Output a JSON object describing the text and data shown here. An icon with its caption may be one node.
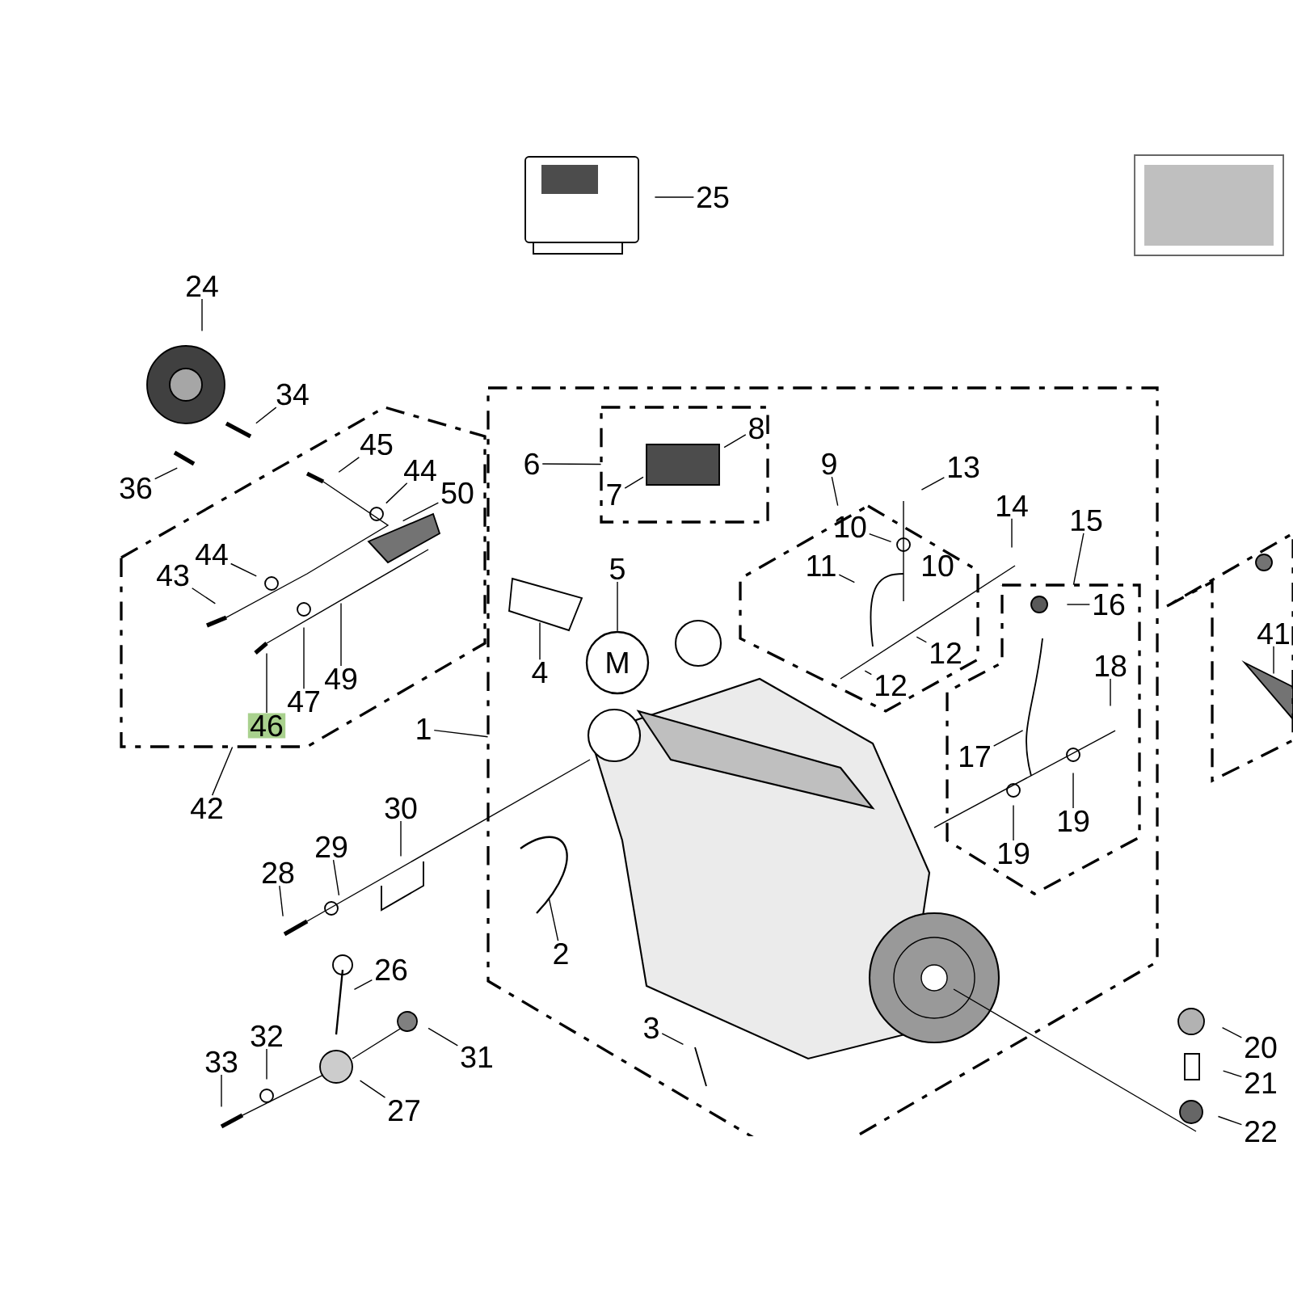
{
  "diagram": {
    "nodes": [
      {
        "text": [
          "25"
        ]
      },
      {
        "text": [
          "24"
        ]
      },
      {
        "text": [
          "34"
        ]
      },
      {
        "text": [
          "36"
        ]
      },
      {
        "text": [],
        "shape": "box"
      },
      {
        "text": [
          "45"
        ],
        "in": 4
      },
      {
        "text": [
          "44"
        ],
        "in": 4
      },
      {
        "text": [
          "50"
        ],
        "in": 4
      },
      {
        "text": [
          "44"
        ],
        "in": 4
      },
      {
        "text": [
          "43"
        ],
        "in": 4
      },
      {
        "text": [
          "49"
        ],
        "in": 4
      },
      {
        "text": [
          "47"
        ],
        "in": 4
      },
      {
        "text": [
          "46"
        ],
        "in": 4
      },
      {
        "text": [
          "42"
        ]
      },
      {
        "text": [],
        "shape": "box"
      },
      {
        "text": [],
        "shape": "box",
        "in": 14
      },
      {
        "text": [
          "6"
        ],
        "in": 14
      },
      {
        "text": [
          "8"
        ],
        "in": 15
      },
      {
        "text": [
          "7"
        ],
        "in": 15
      },
      {
        "text": [
          "9"
        ],
        "in": 14
      },
      {
        "text": [
          "13"
        ],
        "in": 14
      },
      {
        "text": [
          "14"
        ],
        "in": 14
      },
      {
        "text": [
          "15"
        ],
        "in": 14
      },
      {
        "text": [],
        "shape": "box",
        "in": 14
      },
      {
        "text": [
          "10"
        ],
        "in": 23
      },
      {
        "text": [
          "11"
        ],
        "in": 23
      },
      {
        "text": [
          "12"
        ],
        "in": 23
      },
      {
        "text": [
          "12"
        ],
        "in": 23
      },
      {
        "text": [
          "5"
        ],
        "in": 14
      },
      {
        "text": [
          "M"
        ],
        "in": 14
      },
      {
        "text": [
          "4"
        ],
        "in": 14
      },
      {
        "text": [],
        "shape": "box",
        "in": 14
      },
      {
        "text": [
          "16"
        ],
        "in": 31
      },
      {
        "text": [
          "18"
        ],
        "in": 31
      },
      {
        "text": [
          "17"
        ],
        "in": 31
      },
      {
        "text": [
          "19"
        ],
        "in": 31
      },
      {
        "text": [
          "19"
        ],
        "in": 31
      },
      {
        "text": [],
        "shape": "box"
      },
      {
        "text": [
          "41"
        ],
        "in": 37
      },
      {
        "text": [
          "1"
        ]
      },
      {
        "text": [
          "30"
        ]
      },
      {
        "text": [
          "29"
        ]
      },
      {
        "text": [
          "28"
        ]
      },
      {
        "text": [
          "2"
        ],
        "in": 14
      },
      {
        "text": [
          "26"
        ]
      },
      {
        "text": [
          "3"
        ],
        "in": 14
      },
      {
        "text": [
          "31"
        ]
      },
      {
        "text": [
          "32"
        ]
      },
      {
        "text": [
          "27"
        ]
      },
      {
        "text": [
          "33"
        ]
      },
      {
        "text": [
          "20"
        ]
      },
      {
        "text": [
          "21"
        ]
      },
      {
        "text": [
          "22"
        ]
      }
    ],
    "edges": [
      {
        "from": 0,
        "to": null,
        "arrow": "none"
      },
      {
        "from": 1,
        "to": null,
        "arrow": "none"
      },
      {
        "from": 2,
        "to": null,
        "arrow": "none"
      },
      {
        "from": 3,
        "to": null,
        "arrow": "none"
      },
      {
        "from": 5,
        "to": null,
        "arrow": "none"
      },
      {
        "from": 6,
        "to": null,
        "arrow": "none"
      },
      {
        "from": 7,
        "to": null,
        "arrow": "none"
      },
      {
        "from": 8,
        "to": null,
        "arrow": "none"
      },
      {
        "from": 9,
        "to": null,
        "arrow": "none"
      },
      {
        "from": 10,
        "to": null,
        "arrow": "none"
      },
      {
        "from": 11,
        "to": null,
        "arrow": "none"
      },
      {
        "from": 12,
        "to": null,
        "arrow": "none"
      },
      {
        "from": 13,
        "to": 4,
        "arrow": "none"
      },
      {
        "from": 16,
        "to": 15,
        "arrow": "none"
      },
      {
        "from": 17,
        "to": null,
        "arrow": "none"
      },
      {
        "from": 18,
        "to": null,
        "arrow": "none"
      },
      {
        "from": 19,
        "to": 23,
        "arrow": "none"
      },
      {
        "from": 20,
        "to": null,
        "arrow": "none"
      },
      {
        "from": 21,
        "to": null,
        "arrow": "none"
      },
      {
        "from": 22,
        "to": 31,
        "arrow": "none"
      },
      {
        "from": 24,
        "to": null,
        "arrow": "none"
      },
      {
        "from": 25,
        "to": null,
        "arrow": "none"
      },
      {
        "from": 26,
        "to": null,
        "arrow": "none"
      },
      {
        "from": 27,
        "to": null,
        "arrow": "none"
      },
      {
        "from": 28,
        "to": 29,
        "arrow": "none"
      },
      {
        "from": 30,
        "to": null,
        "arrow": "none"
      },
      {
        "from": 32,
        "to": null,
        "arrow": "none"
      },
      {
        "from": 33,
        "to": null,
        "arrow": "none"
      },
      {
        "from": 34,
        "to": null,
        "arrow": "none"
      },
      {
        "from": 35,
        "to": null,
        "arrow": "none"
      },
      {
        "from": 36,
        "to": null,
        "arrow": "none"
      },
      {
        "from": 38,
        "to": null,
        "arrow": "none"
      },
      {
        "from": 39,
        "to": 14,
        "arrow": "none"
      },
      {
        "from": 40,
        "to": null,
        "arrow": "none"
      },
      {
        "from": 41,
        "to": null,
        "arrow": "none"
      },
      {
        "from": 42,
        "to": null,
        "arrow": "none"
      },
      {
        "from": 43,
        "to": null,
        "arrow": "none"
      },
      {
        "from": 44,
        "to": null,
        "arrow": "none"
      },
      {
        "from": 45,
        "to": null,
        "arrow": "none"
      },
      {
        "from": 46,
        "to": null,
        "arrow": "none"
      },
      {
        "from": 47,
        "to": null,
        "arrow": "none"
      },
      {
        "from": 48,
        "to": null,
        "arrow": "none"
      },
      {
        "from": 49,
        "to": null,
        "arrow": "none"
      },
      {
        "from": 50,
        "to": null,
        "arrow": "none"
      },
      {
        "from": 51,
        "to": null,
        "arrow": "none"
      },
      {
        "from": 52,
        "to": null,
        "arrow": "none"
      }
    ],
    "labels": [
      "10"
    ]
  }
}
